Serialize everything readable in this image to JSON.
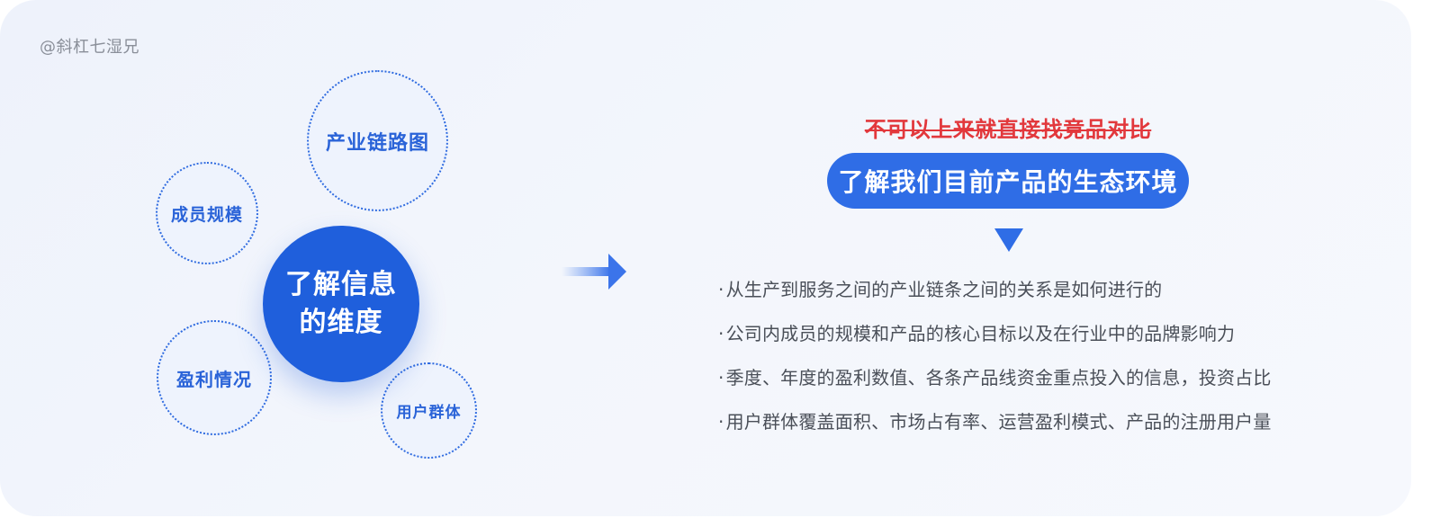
{
  "watermark": "@斜杠七湿兄",
  "diagram": {
    "core": "了解信息的维度",
    "satellites": {
      "chain": "产业链路图",
      "members": "成员规模",
      "profit": "盈利情况",
      "users": "用户群体"
    }
  },
  "right": {
    "struck_text": "不可以上来就直接找竞品对比",
    "highlight": "了解我们目前产品的生态环境",
    "points": [
      "从生产到服务之间的产业链条之间的关系是如何进行的",
      "公司内成员的规模和产品的核心目标以及在行业中的品牌影响力",
      "季度、年度的盈利数值、各条产品线资金重点投入的信息，投资占比",
      "用户群体覆盖面积、市场占有率、运营盈利模式、产品的注册用户量"
    ]
  },
  "colors": {
    "primary": "#1f5fdc",
    "accent_blue": "#2f6de6",
    "strike_red": "#e2383c",
    "background": "#f3f6fc"
  },
  "icons": {
    "arrow": "right-arrow-icon",
    "triangle": "down-triangle-icon"
  }
}
